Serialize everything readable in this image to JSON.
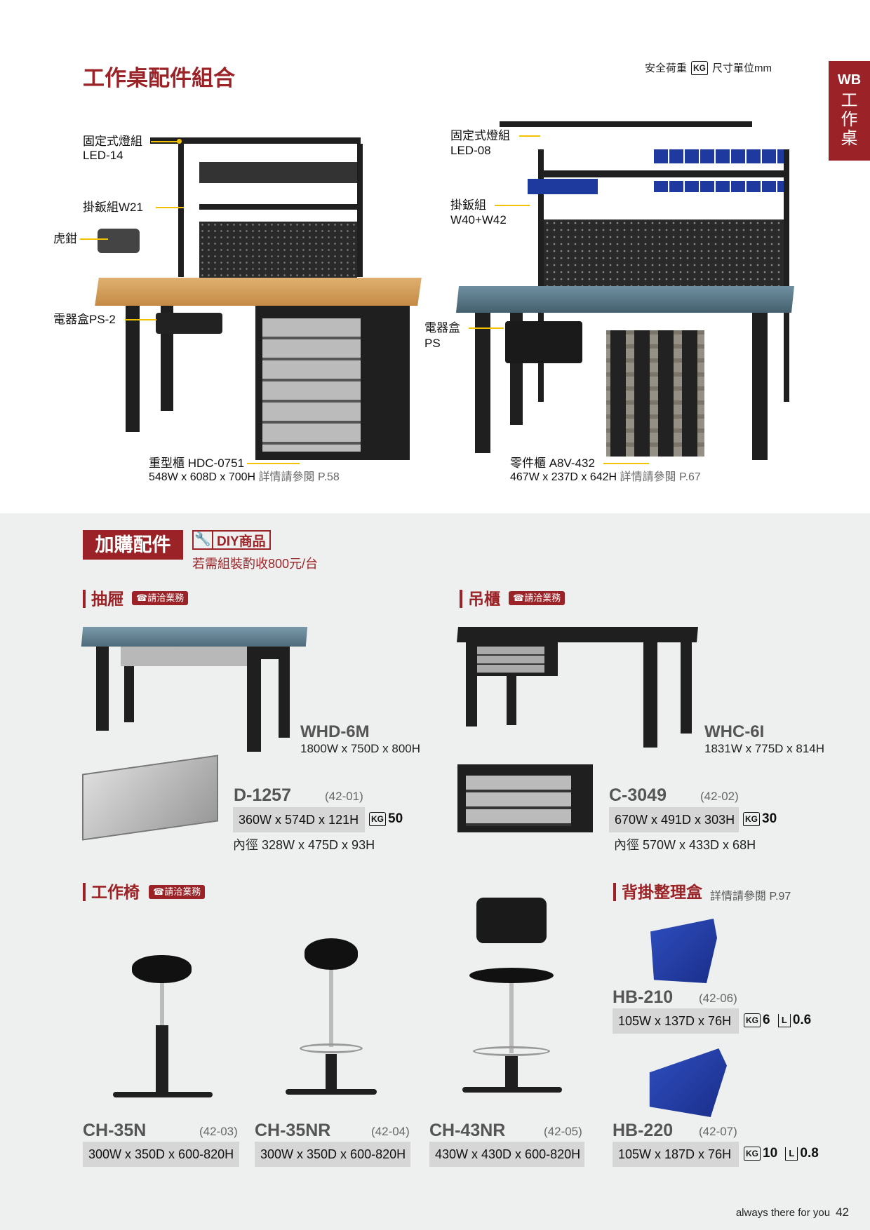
{
  "header": {
    "title": "工作桌配件組合",
    "legend_load": "安全荷重",
    "legend_kg": "KG",
    "legend_unit": "尺寸單位mm",
    "side_tab_code": "WB",
    "side_tab_label": "工作桌"
  },
  "combo_left": {
    "light": "固定式燈組",
    "light_code": "LED-14",
    "panel": "掛鈑組W21",
    "vise": "虎鉗",
    "power": "電器盒PS-2",
    "cabinet": "重型櫃 HDC-0751",
    "cabinet_dims": "548W x 608D x 700H",
    "cabinet_ref": "詳情請參閱 P.58"
  },
  "combo_right": {
    "light": "固定式燈組",
    "light_code": "LED-08",
    "panel": "掛鈑組",
    "panel_code": "W40+W42",
    "power": "電器盒",
    "power_code": "PS",
    "parts": "零件櫃 A8V-432",
    "parts_dims": "467W x 237D x 642H",
    "parts_ref": "詳情請參閱 P.67"
  },
  "addon": {
    "title": "加購配件",
    "diy": "DIY商品",
    "diy_note": "若需組裝酌收800元/台",
    "contact": "☎請洽業務"
  },
  "drawer": {
    "title": "抽屜",
    "desk_model": "WHD-6M",
    "desk_dims": "1800W x 750D x 800H",
    "model": "D-1257",
    "code": "(42-01)",
    "dims": "360W x 574D x 121H",
    "kg": "KG",
    "load": "50",
    "inner": "內徑 328W x 475D x 93H"
  },
  "hanging": {
    "title": "吊櫃",
    "desk_model": "WHC-6I",
    "desk_dims": "1831W x 775D x 814H",
    "model": "C-3049",
    "code": "(42-02)",
    "dims": "670W x 491D x 303H",
    "kg": "KG",
    "load": "30",
    "inner": "內徑 570W x 433D x 68H"
  },
  "chairs": {
    "title": "工作椅",
    "items": [
      {
        "model": "CH-35N",
        "code": "(42-03)",
        "dims": "300W x 350D x 600-820H"
      },
      {
        "model": "CH-35NR",
        "code": "(42-04)",
        "dims": "300W x 350D x 600-820H"
      },
      {
        "model": "CH-43NR",
        "code": "(42-05)",
        "dims": "430W x 430D x 600-820H"
      }
    ]
  },
  "bins": {
    "title": "背掛整理盒",
    "ref": "詳情請參閱 P.97",
    "items": [
      {
        "model": "HB-210",
        "code": "(42-06)",
        "dims": "105W x 137D x 76H",
        "kg": "KG",
        "load": "6",
        "l": "L",
        "vol": "0.6"
      },
      {
        "model": "HB-220",
        "code": "(42-07)",
        "dims": "105W x 187D x 76H",
        "kg": "KG",
        "load": "10",
        "l": "L",
        "vol": "0.8"
      }
    ]
  },
  "footer": {
    "slogan": "always there for you",
    "page": "42"
  },
  "colors": {
    "accent": "#9b2226",
    "leader": "#f2c200",
    "bin_blue": "#1f3a9e"
  }
}
